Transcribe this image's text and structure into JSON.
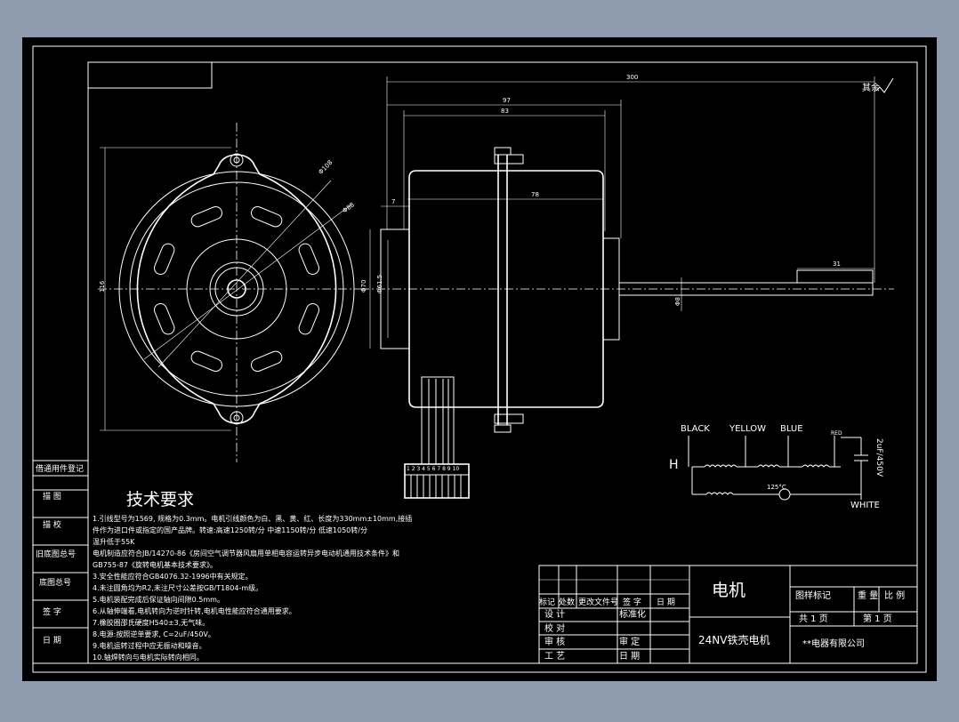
{
  "colors": {
    "background": "#8f9bae",
    "sheet": "#000000",
    "lines": "#ffffff"
  },
  "drawing": {
    "dims": {
      "total_length": "300",
      "length_97": "97",
      "length_83": "83",
      "length_78": "78",
      "length_7": "7",
      "shaft_len": "31",
      "shaft_dia": "Φ8",
      "height": "116",
      "dia_108": "Φ108",
      "dia_88": "Φ88",
      "dia_70": "Φ70",
      "dia_61": "Φ61.5",
      "roughness": "其余"
    },
    "wiring": {
      "black": "BLACK",
      "yellow": "YELLOW",
      "blue": "BLUE",
      "red": "RED",
      "white": "WHITE",
      "speed_h": "H",
      "fuse": "125°C",
      "capacitor": "2uF/450V"
    },
    "connector_pins": "1 2 3 4 5 6 7 8 9 10"
  },
  "left_block": {
    "rows": [
      "借通用件登记",
      "描 图",
      "描 校",
      "旧底图总号",
      "底图总号",
      "签 字",
      "日 期"
    ]
  },
  "tech": {
    "title": "技术要求",
    "lines": [
      "1.引线型号为1569, 规格为0.3mm。电机引线颜色为白、黑、黄、红、长度为330mm±10mm,接插",
      "  件作为进口件或指定的国产品牌。转速:高速1250转/分   中速1150转/分   低速1050转/分",
      "温升低于55K",
      "电机制造应符合JB/14270-86《房间空气调节器风扇用单相电容运转异步电动机通用技术条件》和",
      "GB755-87《旋转电机基本技术要求》。",
      "3.安全性能应符合GB4076.32-1996中有关规定。",
      "4.未注圆角均为R2,未注尺寸公差按GB/T1804-m级。",
      "5.电机装配完成后保证轴向间隙0.5mm。",
      "6.从轴伸端看,电机转向为逆时针转,电机电性能应符合通用要求。",
      "7.橡胶圈邵氏硬度H540±3,无气味。",
      "8.电源:按照逆单要求, C=2uF/450V。",
      "9.电机运转过程中应无振动和噪音。",
      "10.轴焊转向与电机实际转向相同。"
    ]
  },
  "title_block": {
    "header": [
      "标记",
      "处数",
      "更改文件号",
      "签 字",
      "日 期"
    ],
    "design": "设 计",
    "standard": "标准化",
    "check": "校 对",
    "review": "审 核",
    "approve": "审 定",
    "process": "工 艺",
    "date": "日 期",
    "part_name": "电机",
    "part_model": "24NV铁壳电机",
    "cols": [
      "图样标记",
      "重 量",
      "比 例"
    ],
    "total_pages": "共 1 页",
    "page_no": "第 1 页",
    "company": "**电器有限公司"
  }
}
